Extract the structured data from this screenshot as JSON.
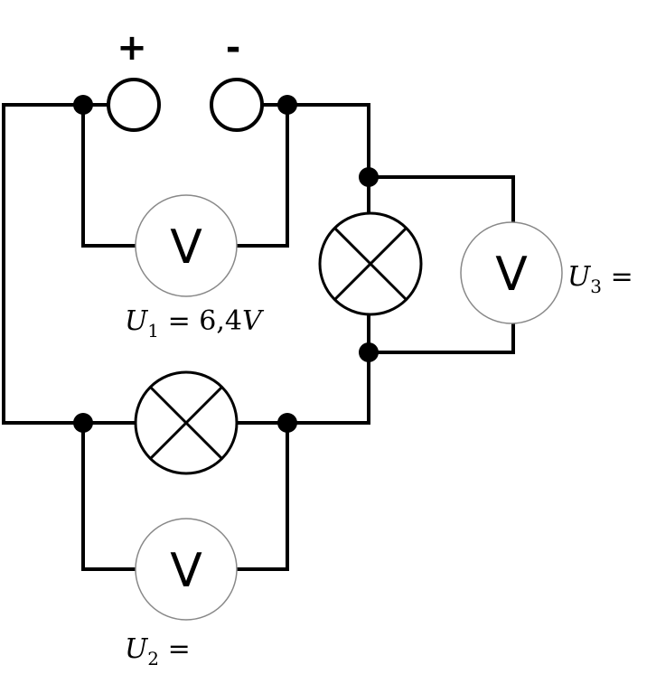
{
  "battery": {
    "plus_sign": "+",
    "minus_sign": "-"
  },
  "meters": {
    "v1": {
      "symbol": "V"
    },
    "v2": {
      "symbol": "V"
    },
    "v3": {
      "symbol": "V"
    }
  },
  "labels": {
    "u1": {
      "var": "U",
      "sub": "1",
      "rest": " = 6,4",
      "unit": "V"
    },
    "u2": {
      "var": "U",
      "sub": "2",
      "rest": " ="
    },
    "u3": {
      "var": "U",
      "sub": "3",
      "rest": " ="
    }
  }
}
